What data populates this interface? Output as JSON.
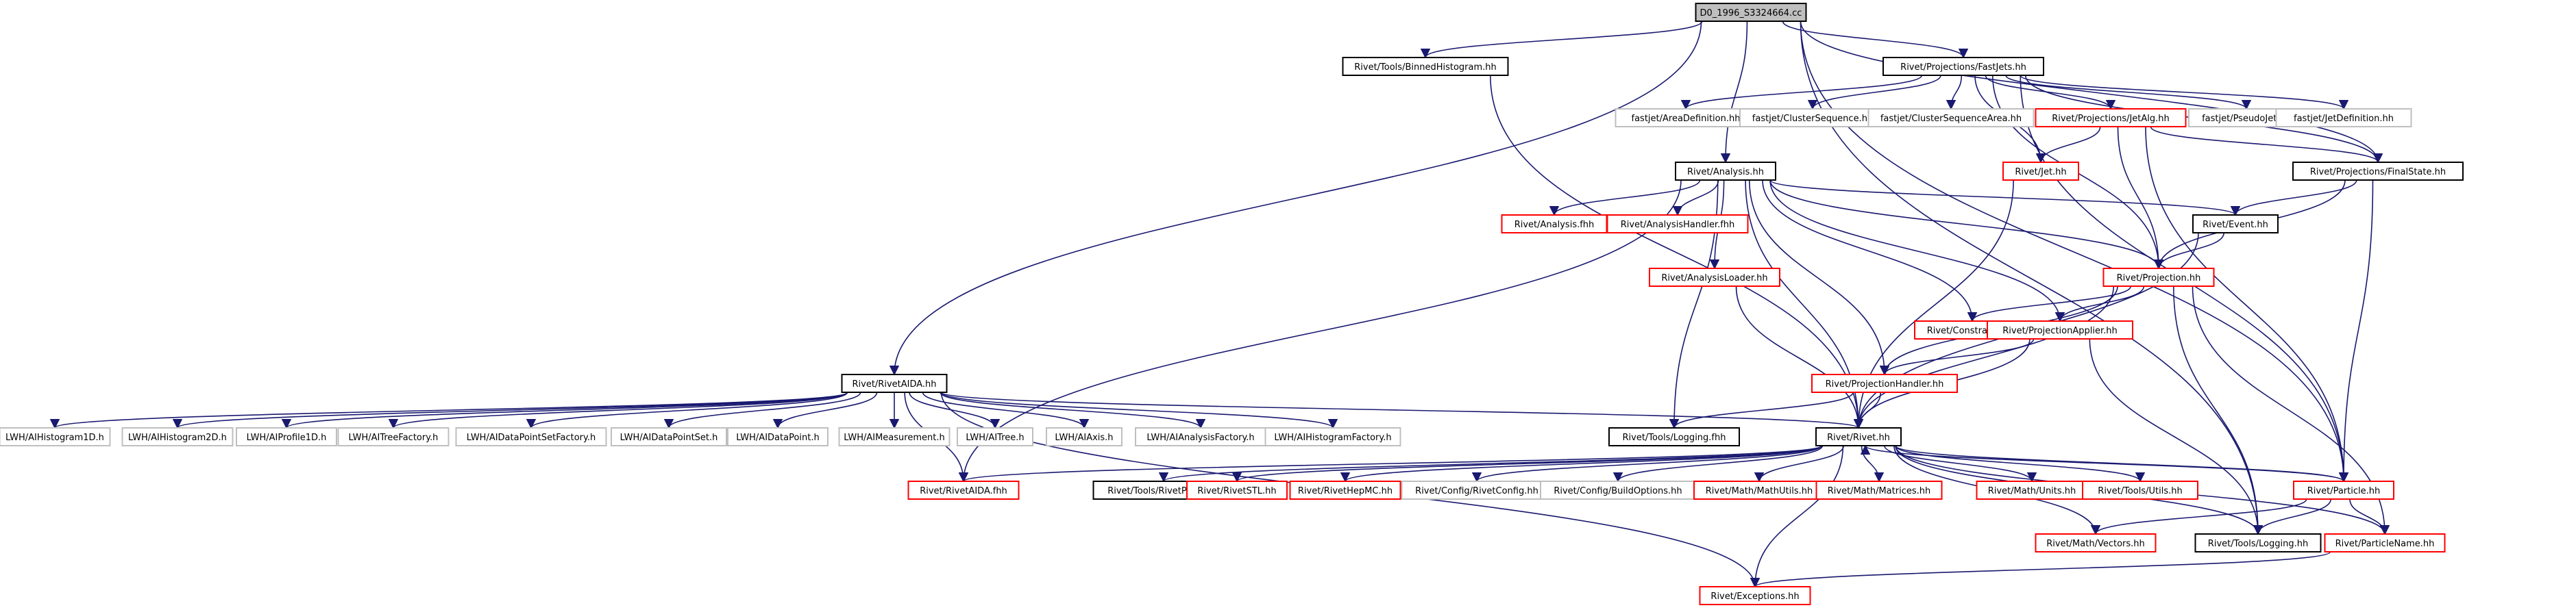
{
  "graph": {
    "style": {
      "edge_color": "#191970",
      "root_fill": "#bfbfbf",
      "fill": "#ffffff"
    },
    "border_colors": {
      "black": "#000000",
      "red": "#ff0000",
      "gray": "#bfbfbf"
    },
    "nodes": [
      {
        "id": "root",
        "label": "D0_1996_S3324664.cc",
        "border": "black",
        "root": true
      },
      {
        "id": "binhist",
        "label": "Rivet/Tools/BinnedHistogram.hh",
        "border": "black"
      },
      {
        "id": "fastjets",
        "label": "Rivet/Projections/FastJets.hh",
        "border": "black"
      },
      {
        "id": "fj_area",
        "label": "fastjet/AreaDefinition.hh",
        "border": "gray"
      },
      {
        "id": "fj_cs",
        "label": "fastjet/ClusterSequence.hh",
        "border": "gray"
      },
      {
        "id": "fj_csa",
        "label": "fastjet/ClusterSequenceArea.hh",
        "border": "gray"
      },
      {
        "id": "jetalg",
        "label": "Rivet/Projections/JetAlg.hh",
        "border": "red"
      },
      {
        "id": "fj_pj",
        "label": "fastjet/PseudoJet.hh",
        "border": "gray"
      },
      {
        "id": "fj_jd",
        "label": "fastjet/JetDefinition.hh",
        "border": "gray"
      },
      {
        "id": "analysis",
        "label": "Rivet/Analysis.hh",
        "border": "black"
      },
      {
        "id": "jet",
        "label": "Rivet/Jet.hh",
        "border": "red"
      },
      {
        "id": "finalstate",
        "label": "Rivet/Projections/FinalState.hh",
        "border": "black"
      },
      {
        "id": "analysis_fhh",
        "label": "Rivet/Analysis.fhh",
        "border": "red"
      },
      {
        "id": "ahandler_fhh",
        "label": "Rivet/AnalysisHandler.fhh",
        "border": "red"
      },
      {
        "id": "event",
        "label": "Rivet/Event.hh",
        "border": "black"
      },
      {
        "id": "aloader",
        "label": "Rivet/AnalysisLoader.hh",
        "border": "red"
      },
      {
        "id": "projection",
        "label": "Rivet/Projection.hh",
        "border": "red"
      },
      {
        "id": "constraints",
        "label": "Rivet/Constraints.hh",
        "border": "red"
      },
      {
        "id": "projapplier",
        "label": "Rivet/ProjectionApplier.hh",
        "border": "red"
      },
      {
        "id": "rivetaida",
        "label": "Rivet/RivetAIDA.hh",
        "border": "black"
      },
      {
        "id": "projhandler",
        "label": "Rivet/ProjectionHandler.hh",
        "border": "red"
      },
      {
        "id": "h1d",
        "label": "LWH/AIHistogram1D.h",
        "border": "gray"
      },
      {
        "id": "h2d",
        "label": "LWH/AIHistogram2D.h",
        "border": "gray"
      },
      {
        "id": "p1d",
        "label": "LWH/AIProfile1D.h",
        "border": "gray"
      },
      {
        "id": "tfac",
        "label": "LWH/AITreeFactory.h",
        "border": "gray"
      },
      {
        "id": "dpsf",
        "label": "LWH/AIDataPointSetFactory.h",
        "border": "gray"
      },
      {
        "id": "dps",
        "label": "LWH/AIDataPointSet.h",
        "border": "gray"
      },
      {
        "id": "dp",
        "label": "LWH/AIDataPoint.h",
        "border": "gray"
      },
      {
        "id": "meas",
        "label": "LWH/AIMeasurement.h",
        "border": "gray"
      },
      {
        "id": "tree",
        "label": "LWH/AITree.h",
        "border": "gray"
      },
      {
        "id": "axis",
        "label": "LWH/AIAxis.h",
        "border": "gray"
      },
      {
        "id": "afac",
        "label": "LWH/AIAnalysisFactory.h",
        "border": "gray"
      },
      {
        "id": "hfac",
        "label": "LWH/AIHistogramFactory.h",
        "border": "gray"
      },
      {
        "id": "logging_fhh",
        "label": "Rivet/Tools/Logging.fhh",
        "border": "black"
      },
      {
        "id": "rivet",
        "label": "Rivet/Rivet.hh",
        "border": "black"
      },
      {
        "id": "rivetaida_fhh",
        "label": "Rivet/RivetAIDA.fhh",
        "border": "red"
      },
      {
        "id": "rivetpaths",
        "label": "Rivet/Tools/RivetPaths.hh",
        "border": "black"
      },
      {
        "id": "rivetstl",
        "label": "Rivet/RivetSTL.hh",
        "border": "red"
      },
      {
        "id": "rivethepmc",
        "label": "Rivet/RivetHepMC.hh",
        "border": "red"
      },
      {
        "id": "rivetconfig",
        "label": "Rivet/Config/RivetConfig.hh",
        "border": "gray"
      },
      {
        "id": "buildopts",
        "label": "Rivet/Config/BuildOptions.hh",
        "border": "gray"
      },
      {
        "id": "mathutils",
        "label": "Rivet/Math/MathUtils.hh",
        "border": "red"
      },
      {
        "id": "matrices",
        "label": "Rivet/Math/Matrices.hh",
        "border": "red"
      },
      {
        "id": "units",
        "label": "Rivet/Math/Units.hh",
        "border": "red"
      },
      {
        "id": "toolsutils",
        "label": "Rivet/Tools/Utils.hh",
        "border": "red"
      },
      {
        "id": "particle",
        "label": "Rivet/Particle.hh",
        "border": "red"
      },
      {
        "id": "vectors",
        "label": "Rivet/Math/Vectors.hh",
        "border": "red"
      },
      {
        "id": "logging",
        "label": "Rivet/Tools/Logging.hh",
        "border": "black"
      },
      {
        "id": "pname",
        "label": "Rivet/ParticleName.hh",
        "border": "red"
      },
      {
        "id": "exceptions",
        "label": "Rivet/Exceptions.hh",
        "border": "red"
      }
    ],
    "edges": [
      [
        "root",
        "binhist"
      ],
      [
        "root",
        "fastjets"
      ],
      [
        "root",
        "analysis"
      ],
      [
        "root",
        "finalstate"
      ],
      [
        "root",
        "rivetaida"
      ],
      [
        "root",
        "logging"
      ],
      [
        "root",
        "particle"
      ],
      [
        "binhist",
        "rivet"
      ],
      [
        "fastjets",
        "fj_area"
      ],
      [
        "fastjets",
        "fj_cs"
      ],
      [
        "fastjets",
        "fj_csa"
      ],
      [
        "fastjets",
        "jetalg"
      ],
      [
        "fastjets",
        "fj_pj"
      ],
      [
        "fastjets",
        "fj_jd"
      ],
      [
        "fastjets",
        "jet"
      ],
      [
        "fastjets",
        "finalstate"
      ],
      [
        "fastjets",
        "projection"
      ],
      [
        "fastjets",
        "particle"
      ],
      [
        "jetalg",
        "jet"
      ],
      [
        "jetalg",
        "projection"
      ],
      [
        "jetalg",
        "finalstate"
      ],
      [
        "jetalg",
        "particle"
      ],
      [
        "analysis",
        "analysis_fhh"
      ],
      [
        "analysis",
        "ahandler_fhh"
      ],
      [
        "analysis",
        "aloader"
      ],
      [
        "analysis",
        "event"
      ],
      [
        "analysis",
        "projection"
      ],
      [
        "analysis",
        "constraints"
      ],
      [
        "analysis",
        "projapplier"
      ],
      [
        "analysis",
        "projhandler"
      ],
      [
        "analysis",
        "rivet"
      ],
      [
        "analysis",
        "logging_fhh"
      ],
      [
        "analysis",
        "rivetaida_fhh"
      ],
      [
        "finalstate",
        "event"
      ],
      [
        "finalstate",
        "projection"
      ],
      [
        "finalstate",
        "particle"
      ],
      [
        "event",
        "projection"
      ],
      [
        "event",
        "rivet"
      ],
      [
        "jet",
        "rivet"
      ],
      [
        "aloader",
        "rivet"
      ],
      [
        "projection",
        "constraints"
      ],
      [
        "projection",
        "projapplier"
      ],
      [
        "projection",
        "projhandler"
      ],
      [
        "projection",
        "rivet"
      ],
      [
        "projection",
        "logging"
      ],
      [
        "projection",
        "pname"
      ],
      [
        "projapplier",
        "projhandler"
      ],
      [
        "projapplier",
        "rivet"
      ],
      [
        "projapplier",
        "logging"
      ],
      [
        "projhandler",
        "rivet"
      ],
      [
        "projhandler",
        "logging_fhh"
      ],
      [
        "rivetaida",
        "h1d"
      ],
      [
        "rivetaida",
        "h2d"
      ],
      [
        "rivetaida",
        "p1d"
      ],
      [
        "rivetaida",
        "tfac"
      ],
      [
        "rivetaida",
        "dpsf"
      ],
      [
        "rivetaida",
        "dps"
      ],
      [
        "rivetaida",
        "dp"
      ],
      [
        "rivetaida",
        "meas"
      ],
      [
        "rivetaida",
        "tree"
      ],
      [
        "rivetaida",
        "axis"
      ],
      [
        "rivetaida",
        "afac"
      ],
      [
        "rivetaida",
        "hfac"
      ],
      [
        "rivetaida",
        "rivet"
      ],
      [
        "rivetaida",
        "rivetaida_fhh"
      ],
      [
        "rivetaida",
        "exceptions"
      ],
      [
        "rivet",
        "rivetaida_fhh"
      ],
      [
        "rivet",
        "rivetpaths"
      ],
      [
        "rivet",
        "rivetstl"
      ],
      [
        "rivet",
        "rivethepmc"
      ],
      [
        "rivet",
        "rivetconfig"
      ],
      [
        "rivet",
        "buildopts"
      ],
      [
        "rivet",
        "mathutils"
      ],
      [
        "rivet",
        "matrices"
      ],
      [
        "rivet",
        "units"
      ],
      [
        "rivet",
        "toolsutils"
      ],
      [
        "rivet",
        "particle"
      ],
      [
        "rivet",
        "vectors"
      ],
      [
        "rivet",
        "logging"
      ],
      [
        "rivet",
        "pname"
      ],
      [
        "rivet",
        "exceptions"
      ],
      [
        "particle",
        "rivet"
      ],
      [
        "particle",
        "vectors"
      ],
      [
        "particle",
        "logging"
      ],
      [
        "particle",
        "pname"
      ],
      [
        "pname",
        "exceptions"
      ]
    ]
  }
}
